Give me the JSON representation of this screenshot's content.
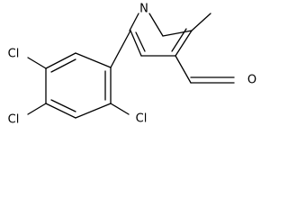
{
  "molecule": {
    "atom_labels": {
      "n": "N",
      "o": "O",
      "cl1": "Cl",
      "cl2": "Cl",
      "cl3": "Cl"
    }
  }
}
